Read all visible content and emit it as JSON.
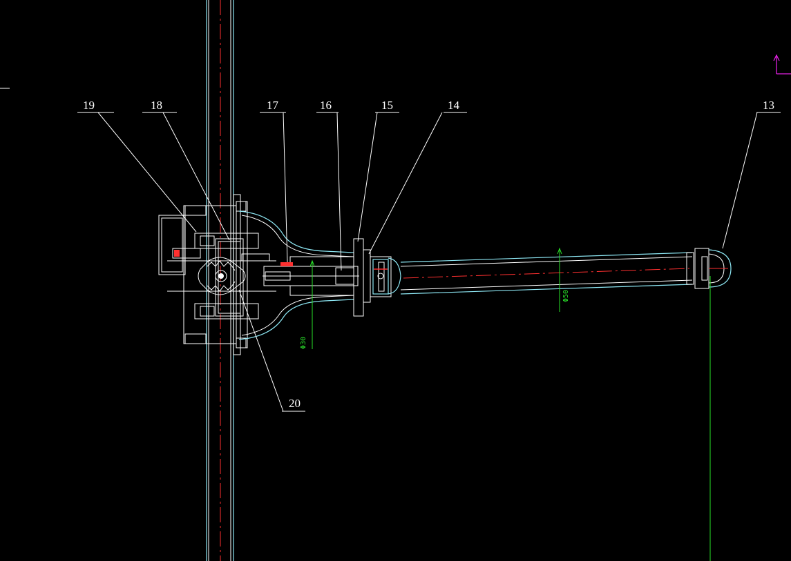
{
  "drawing": {
    "background": "#000000",
    "line_color": "#ffffff",
    "outline_color": "#8ee8f5",
    "centerline_color": "#ff3030",
    "dimension_color": "#29e029",
    "ucs_color": "#e020e0"
  },
  "callouts": [
    "19",
    "18",
    "17",
    "16",
    "15",
    "14",
    "13",
    "20"
  ],
  "dimensions": [
    "Φ30",
    "Φ50"
  ],
  "icons": {
    "ucs": "ucs-axis-icon"
  }
}
